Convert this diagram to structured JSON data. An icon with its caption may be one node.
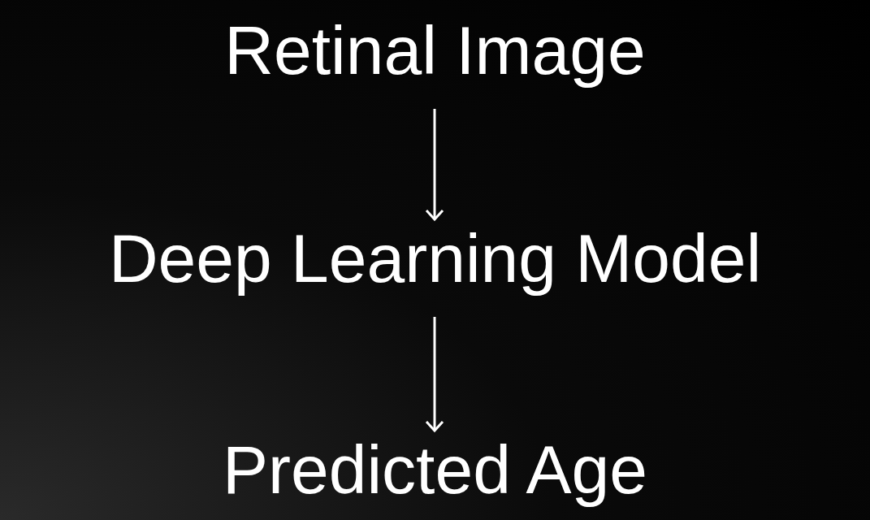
{
  "diagram": {
    "nodes": [
      {
        "text": [
          "Retinal Image"
        ]
      },
      {
        "text": [
          "Deep Learning Model"
        ]
      },
      {
        "text": [
          "Predicted Age"
        ]
      }
    ],
    "edges": [
      {
        "from": 0,
        "to": 1,
        "arrow": "to"
      },
      {
        "from": 1,
        "to": 2,
        "arrow": "to"
      }
    ]
  }
}
